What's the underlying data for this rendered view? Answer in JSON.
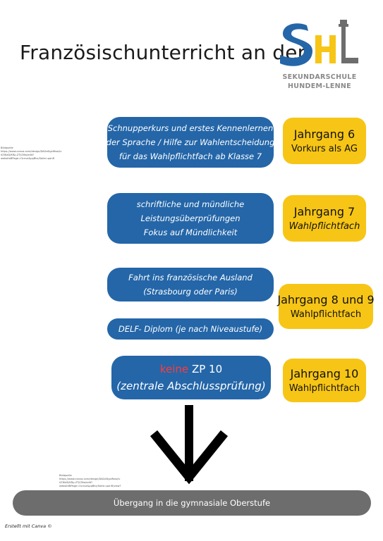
{
  "title": "Französischunterricht an der",
  "logo": {
    "letters": "SHL",
    "line1": "SEKUNDARSCHULE",
    "line2": "HUNDEM-LENNE",
    "colors": {
      "blue": "#2466a8",
      "yellow": "#f7c515",
      "gray": "#6d6d6d"
    }
  },
  "image_source_1": {
    "line1": "Bildquelle",
    "line2": "https://www.canva.com/design/DAGeDgvWsw/iv",
    "line3": "0ZIKdD/KRp-ZTjCMw/edit?",
    "line4": "websiteBPage=Ocnva&ppBkx/Soite=panR"
  },
  "image_source_2": {
    "line1": "Bildquelle",
    "line2": "https://www.canva.com/design/DAGeDgvWsw/iv",
    "line3": "0ZIKdD/KRp-ZTjCMw/edit?",
    "line4": "websiteBPage=Ocnva&ppBkx/Soite=panR/view?"
  },
  "steps": [
    {
      "lines": [
        "Schnupperkurs und erstes Kennenlernen",
        "der Sprache / Hilfe zur Wahlentscheidung",
        "für das Wahlpflichtfach ab Klasse 7"
      ]
    },
    {
      "lines": [
        "schriftliche und mündliche",
        "Leistungsüberprüfungen",
        "Fokus auf Mündlichkeit"
      ]
    },
    {
      "lines": [
        "Fahrt ins französische Ausland",
        "(Strasbourg oder Paris)"
      ]
    },
    {
      "lines": [
        "DELF- Diplom (je nach Niveaustufe)"
      ]
    },
    {
      "keine": "keine",
      "zp": " ZP 10",
      "sub": "(zentrale Abschlussprüfung)"
    }
  ],
  "grades": [
    {
      "title": "Jahrgang 6",
      "subtitle": "Vorkurs als AG"
    },
    {
      "title": "Jahrgang 7",
      "subtitle": "Wahlpflichtfach"
    },
    {
      "title": "Jahrgang 8 und 9",
      "subtitle": "Wahlpflichtfach"
    },
    {
      "title": "Jahrgang 10",
      "subtitle": "Wahlpflichtfach"
    }
  ],
  "final": "Übergang in die gymnasiale Oberstufe",
  "footer": "Erstellt mit Canva ©"
}
